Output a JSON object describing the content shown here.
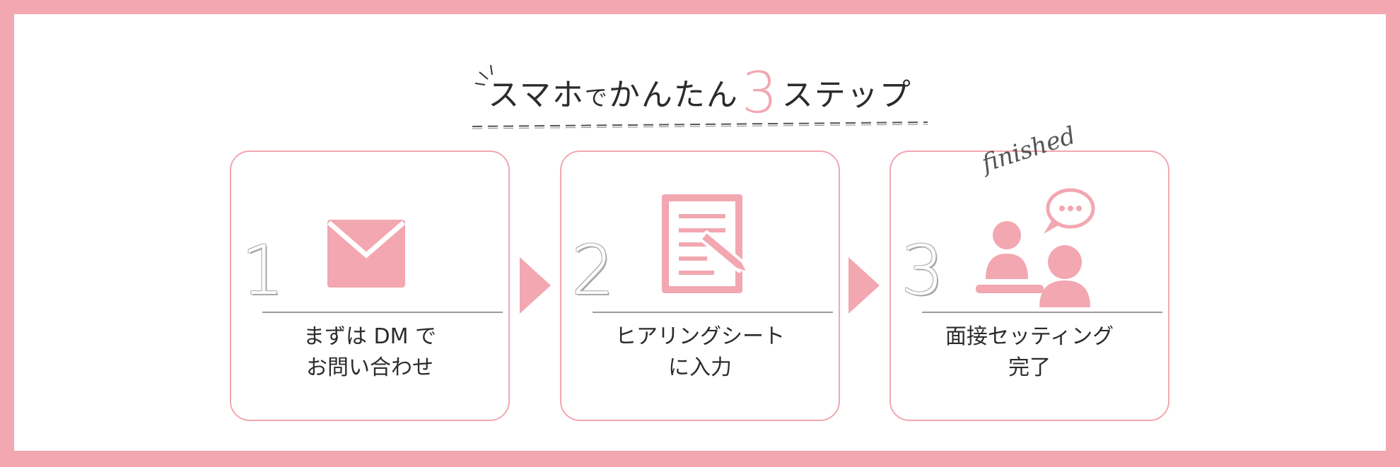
{
  "header": {
    "title_part1": "スマホ",
    "title_small": "で",
    "title_part2": "かんたん",
    "title_number": "3",
    "title_part3": "ステップ"
  },
  "steps": [
    {
      "number": "1",
      "line1": "まずは DM で",
      "line2": "お問い合わせ",
      "icon": "envelope-icon"
    },
    {
      "number": "2",
      "line1": "ヒアリングシート",
      "line2": "に入力",
      "icon": "document-pencil-icon"
    },
    {
      "number": "3",
      "line1": "面接セッティング",
      "line2": "完了",
      "icon": "interview-icon"
    }
  ],
  "finished_label": "finished",
  "colors": {
    "accent": "#f2a7b1",
    "text": "#2b2b2b",
    "number_outline": "#a8a8a8"
  }
}
